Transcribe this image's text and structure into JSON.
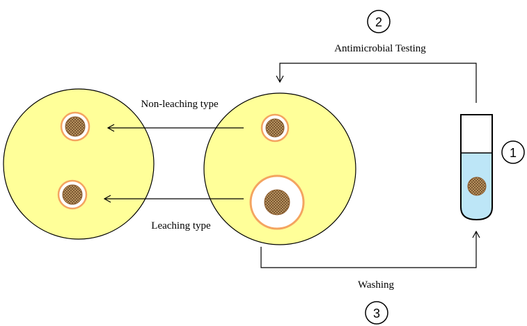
{
  "diagram": {
    "steps": {
      "step1": "1",
      "step2": "2",
      "step3": "3"
    },
    "labels": {
      "antimicrobial_testing": "Antimicrobial Testing",
      "non_leaching": "Non-leaching type",
      "leaching": "Leaching type",
      "washing": "Washing"
    },
    "colors": {
      "agar": "#FFFF99",
      "ring": "#F4A460",
      "liquid": "#BDE6F7",
      "sample": "#C8A36A"
    },
    "icons": {
      "petri_dish": "petri-dish-icon",
      "test_tube": "test-tube-icon",
      "sample": "mesh-sample-icon"
    }
  }
}
